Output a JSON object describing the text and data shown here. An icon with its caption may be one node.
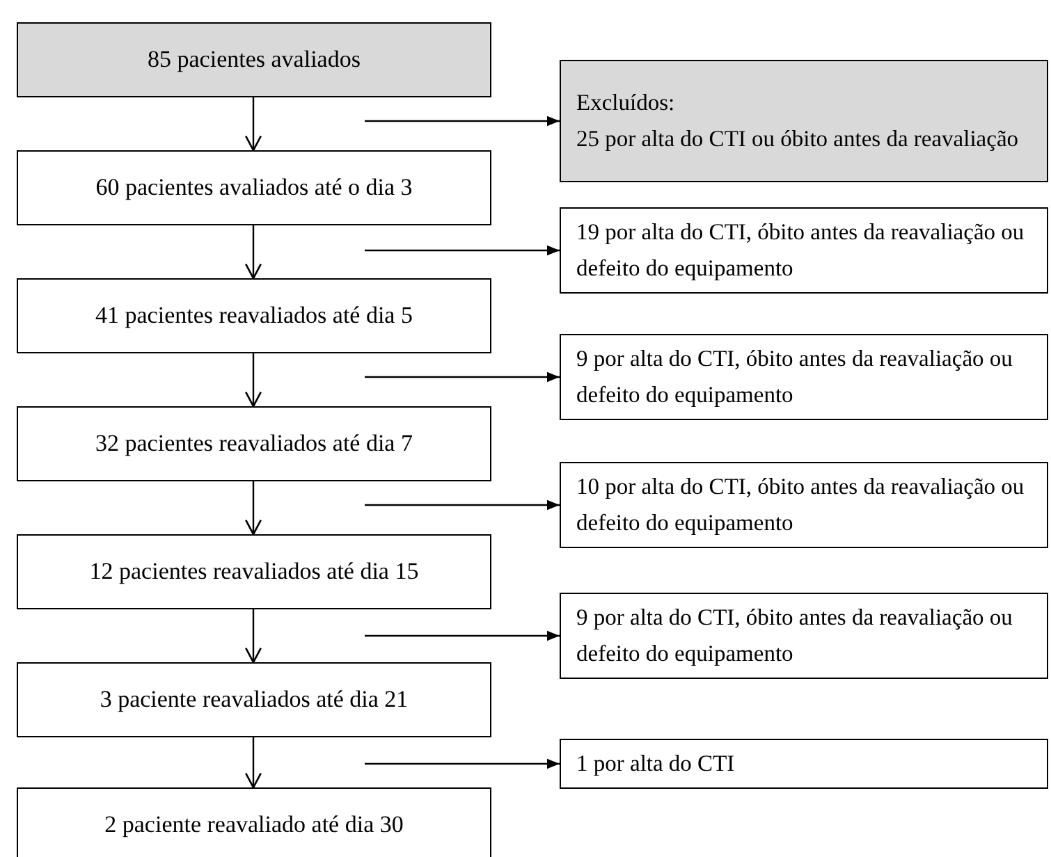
{
  "diagram": {
    "nodes": [
      {
        "text": [
          "85 pacientes avaliados"
        ]
      },
      {
        "text": [
          "Excluídos:",
          "25 por alta do CTI ou óbito antes da reavaliação"
        ]
      },
      {
        "text": [
          "60 pacientes avaliados até o dia 3"
        ]
      },
      {
        "text": [
          "19 por alta do CTI, óbito antes da reavaliação ou defeito do equipamento"
        ]
      },
      {
        "text": [
          "41 pacientes reavaliados até dia 5"
        ]
      },
      {
        "text": [
          "9 por alta do CTI, óbito antes da reavaliação ou defeito do equipamento"
        ]
      },
      {
        "text": [
          "32 pacientes reavaliados até dia 7"
        ]
      },
      {
        "text": [
          "10 por alta do CTI, óbito antes da reavaliação ou defeito do equipamento"
        ]
      },
      {
        "text": [
          "12 pacientes reavaliados até dia 15"
        ]
      },
      {
        "text": [
          "9 por alta do CTI, óbito antes da reavaliação ou defeito do equipamento"
        ]
      },
      {
        "text": [
          "3 paciente reavaliados até dia 21"
        ]
      },
      {
        "text": [
          "1 por alta do CTI"
        ]
      },
      {
        "text": [
          "2 paciente reavaliado até dia 30"
        ]
      }
    ],
    "edges": [
      {
        "from": 0,
        "to": 2,
        "arrow": "to"
      },
      {
        "from": null,
        "to": 1,
        "arrow": "to"
      },
      {
        "from": 2,
        "to": 4,
        "arrow": "to"
      },
      {
        "from": null,
        "to": 3,
        "arrow": "to"
      },
      {
        "from": 4,
        "to": 6,
        "arrow": "to"
      },
      {
        "from": null,
        "to": 5,
        "arrow": "to"
      },
      {
        "from": 6,
        "to": 8,
        "arrow": "to"
      },
      {
        "from": null,
        "to": 7,
        "arrow": "to"
      },
      {
        "from": 8,
        "to": 10,
        "arrow": "to"
      },
      {
        "from": null,
        "to": 9,
        "arrow": "to"
      },
      {
        "from": 10,
        "to": 12,
        "arrow": "to"
      },
      {
        "from": null,
        "to": 11,
        "arrow": "to"
      }
    ]
  }
}
